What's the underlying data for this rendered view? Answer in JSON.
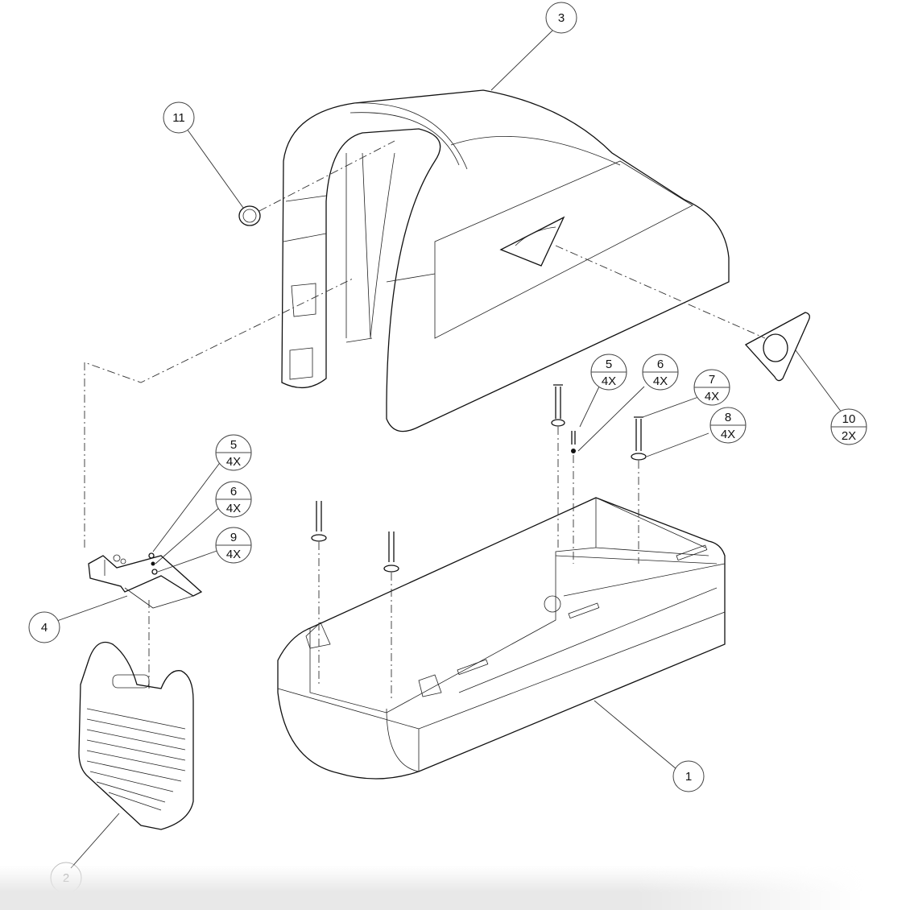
{
  "diagram": {
    "type": "exploded parts assembly drawing",
    "callouts": [
      {
        "item": "3",
        "qty": ""
      },
      {
        "item": "11",
        "qty": ""
      },
      {
        "item": "10",
        "qty": "2X"
      },
      {
        "item": "5",
        "qty": "4X"
      },
      {
        "item": "6",
        "qty": "4X"
      },
      {
        "item": "7",
        "qty": "4X"
      },
      {
        "item": "8",
        "qty": "4X"
      },
      {
        "item": "5",
        "qty": "4X"
      },
      {
        "item": "6",
        "qty": "4X"
      },
      {
        "item": "9",
        "qty": "4X"
      },
      {
        "item": "4",
        "qty": ""
      },
      {
        "item": "1",
        "qty": ""
      },
      {
        "item": "2",
        "qty": ""
      }
    ]
  }
}
